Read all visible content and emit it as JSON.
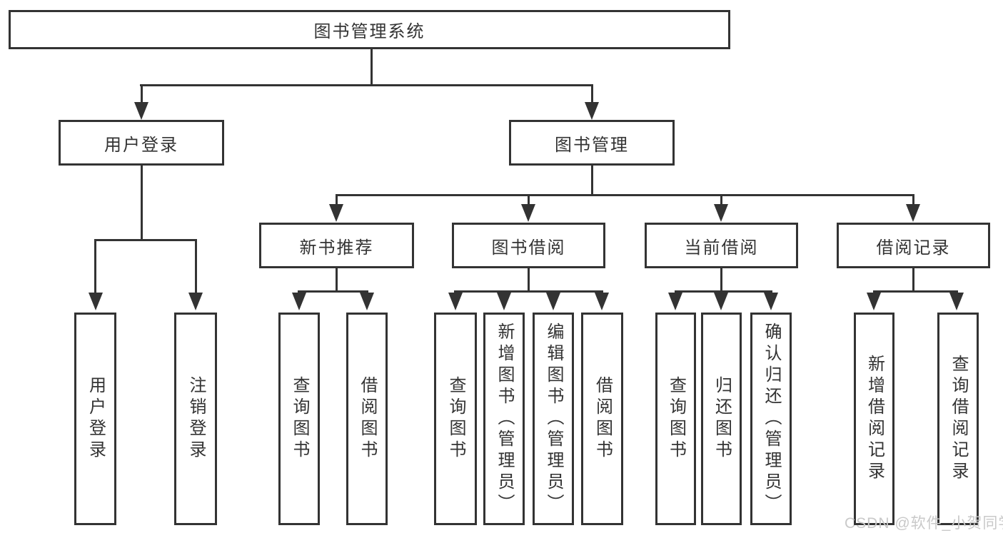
{
  "diagram": {
    "title": "图书管理系统",
    "branches": [
      {
        "label": "用户登录",
        "children": [
          {
            "label": "用户登录"
          },
          {
            "label": "注销登录"
          }
        ]
      },
      {
        "label": "图书管理",
        "children": [
          {
            "label": "新书推荐",
            "children": [
              {
                "label": "查询图书"
              },
              {
                "label": "借阅图书"
              }
            ]
          },
          {
            "label": "图书借阅",
            "children": [
              {
                "label": "查询图书"
              },
              {
                "label": "新增图书（管理员）"
              },
              {
                "label": "编辑图书（管理员）"
              },
              {
                "label": "借阅图书"
              }
            ]
          },
          {
            "label": "当前借阅",
            "children": [
              {
                "label": "查询图书"
              },
              {
                "label": "归还图书"
              },
              {
                "label": "确认归还（管理员）"
              }
            ]
          },
          {
            "label": "借阅记录",
            "children": [
              {
                "label": "新增借阅记录"
              },
              {
                "label": "查询借阅记录"
              }
            ]
          }
        ]
      }
    ]
  },
  "watermark": {
    "text": "CSDN @软件_小贺同学"
  },
  "colors": {
    "line": "#333333",
    "text": "#333333",
    "background": "#ffffff",
    "watermark": "#c9c9c9"
  }
}
